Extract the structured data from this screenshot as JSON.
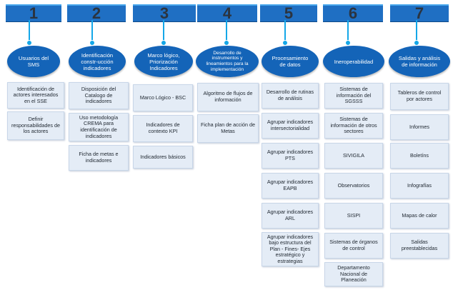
{
  "colors": {
    "step_band": "#1f6fc3",
    "step_band_top": "#49a7ec",
    "step_number": "#2b3440",
    "connector": "#14a7e8",
    "ellipse": "#1464b8",
    "box_fill": "#e4ecf6",
    "box_border": "#c8d6e8"
  },
  "columns": [
    {
      "number": "1",
      "title": "Usuarios del SMS",
      "items": [
        "Identificación de actores interesados en el SSE",
        "Definir responsabilidades de los actores"
      ]
    },
    {
      "number": "2",
      "title": "Identificación constr-ucción indicadores",
      "items": [
        "Disposición del Catalogo de indicadores",
        "Uso metodología CREMA para identificación de indicadores",
        "Ficha de metas e indicadores"
      ]
    },
    {
      "number": "3",
      "title": "Marco lógico, Priorización Indicadores",
      "items": [
        "Marco Lógico - BSC",
        "Indicadores de contexto KPI",
        "Indicadores básicos"
      ]
    },
    {
      "number": "4",
      "title": "Desarrollo de instrumentos y lineamientos para la implementación",
      "items": [
        "Algoritmo de flujos de información",
        "Ficha plan de acción de Metas"
      ]
    },
    {
      "number": "5",
      "title": "Procesamiento de datos",
      "items": [
        "Desarrollo de rutinas de análisis",
        "Agrupar indicadores intersectorialidad",
        "Agrupar indicadores PTS",
        "Agrupar indicadores EAPB",
        "Agrupar indicadores ARL",
        "Agrupar indicadores bajo estructura del Plan - Fines- Ejes estratégico y estrategias"
      ]
    },
    {
      "number": "6",
      "title": "Ineroperabilidad",
      "items": [
        "Sistemas de información del SGSSS",
        "Sistemas de información de otros sectores",
        "SIVIGILA",
        "Observatorios",
        "SISPI",
        "Sistemas de órganos de control",
        "Departamento Nacional de Planeación"
      ]
    },
    {
      "number": "7",
      "title": "Salidas y análisis de información",
      "items": [
        "Tableros de control por actores",
        "Informes",
        "Boletíns",
        "Infografías",
        "Mapas de calor",
        "Salidas preestablecidas"
      ]
    }
  ]
}
